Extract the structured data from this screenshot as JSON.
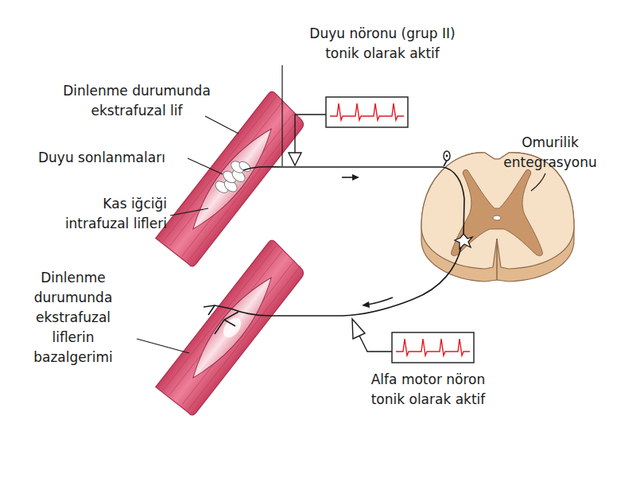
{
  "diagram": {
    "labels": [
      "Duyu nöronu (grup II) tonik olarak aktif",
      "Dinlenme durumunda ekstrafuzal lif",
      "Duyu sonlanmaları",
      "Kas iğciği intrafuzal lifleri",
      "Omurilik entegrasyonu",
      "Dinlenme durumunda ekstrafuzal liflerin bazalgerimi",
      "Alfa motor nöron tonik olarak aktif"
    ]
  }
}
